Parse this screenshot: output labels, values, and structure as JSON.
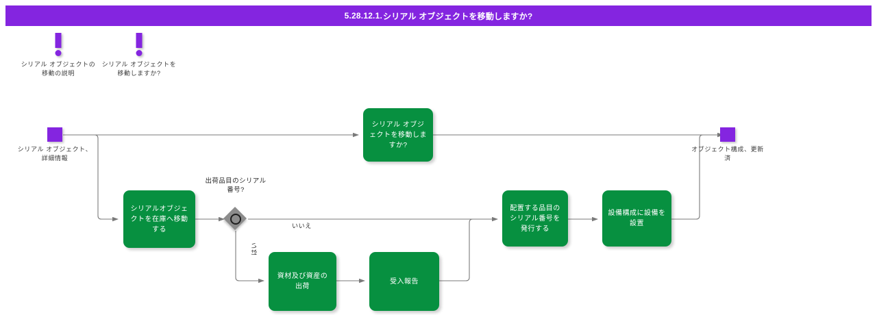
{
  "header": {
    "number": "5.28.12.1.",
    "title": "シリアル オブジェクトを移動しますか?",
    "background": "#8425e0",
    "text_color": "#ffffff"
  },
  "colors": {
    "purple": "#8425e0",
    "green": "#079040",
    "decision_gray": "#8c8c8c",
    "decision_ring": "#1d1d1d",
    "connector": "#7a7a7a",
    "label_text": "#3a3a3a"
  },
  "notes": [
    {
      "icon": "exclamation-icon",
      "label": "シリアル オブジェクトの移動の説明"
    },
    {
      "icon": "exclamation-icon",
      "label": "シリアル オブジェクトを移動しますか?"
    }
  ],
  "terminators": [
    {
      "name": "start",
      "label": "シリアル オブジェクト、詳細情報"
    },
    {
      "name": "end",
      "label": "オブジェクト構成、更新済"
    }
  ],
  "processes": [
    {
      "id": "move-serial-object",
      "label": "シリアル オブジェクトを移動しますか?"
    },
    {
      "id": "move-to-inventory",
      "label": "シリアルオブジェクトを在庫へ移動する"
    },
    {
      "id": "ship-materials-assets",
      "label": "資材及び資産の出荷"
    },
    {
      "id": "receipt-report",
      "label": "受入報告"
    },
    {
      "id": "issue-serial-number",
      "label": "配置する品目のシリアル番号を発行する"
    },
    {
      "id": "install-equipment",
      "label": "設備構成に設備を設置"
    }
  ],
  "decision": {
    "id": "shipment-item-serial",
    "label": "出荷品目のシリアル番号?",
    "branches": [
      {
        "id": "no",
        "label": "いいえ"
      },
      {
        "id": "yes",
        "label": "はい"
      }
    ]
  }
}
